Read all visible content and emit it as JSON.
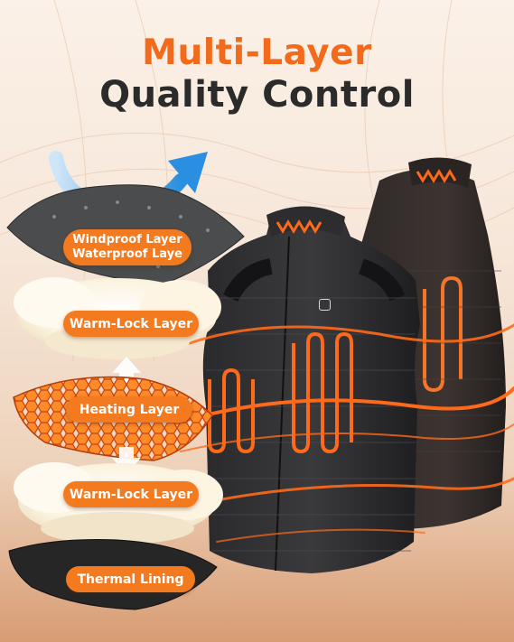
{
  "header": {
    "title_line1": "Multi-Layer",
    "title_line2": "Quality Control"
  },
  "layers": [
    {
      "line1": "Windproof  Layer",
      "line2": "Waterproof Laye"
    },
    {
      "label": "Warm-Lock Layer"
    },
    {
      "label": "Heating Layer"
    },
    {
      "label": "Warm-Lock Layer"
    },
    {
      "label": "Thermal Lining"
    }
  ],
  "colors": {
    "accent_orange": "#f26a1b",
    "title_dark": "#2b2b2b",
    "pill_orange": "#f47a1f",
    "heat_glow": "#ff6a1a"
  },
  "icons": [
    "airflow-arrow-icon",
    "up-arrow-icon",
    "down-arrow-icon",
    "power-button-icon"
  ]
}
